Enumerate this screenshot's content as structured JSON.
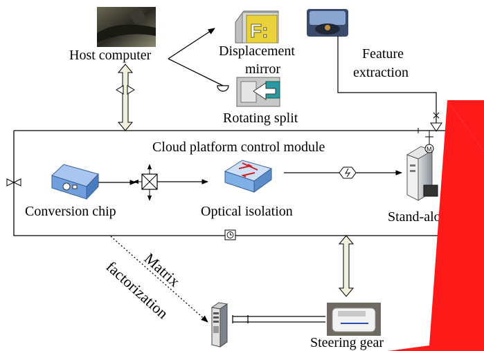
{
  "labels": {
    "host_computer": "Host computer",
    "displacement_mirror_line1": "Displacement",
    "displacement_mirror_line2": "mirror",
    "drive_letter": "F:",
    "rotating_split": "Rotating split",
    "feature_extraction_line1": "Feature",
    "feature_extraction_line2": "extraction",
    "module_title": "Cloud platform control module",
    "conversion_chip": "Conversion chip",
    "optical_isolation": "Optical isolation",
    "stand_alone": "Stand-alone",
    "matrix": "Matrix",
    "factorization": "factorization",
    "steering_gear": "Steering gear",
    "motor_symbol": "M"
  },
  "colors": {
    "watermark": "#ff1a1a",
    "arrow_fill": "#f1f0dc",
    "chip_blue": "#6fa0dd",
    "switch_blue": "#7fb0e6",
    "folder_yellow": "#e9d23c",
    "teal": "#2a9aa0"
  },
  "icons": [
    "host-photo",
    "drive-folder-icon",
    "cockpit-photo",
    "rotating-split-icon",
    "conversion-chip-icon",
    "optical-switch-icon",
    "standalone-computer-icon",
    "server-tower-icon",
    "steering-gear-photo",
    "motor-icon",
    "valve-icon",
    "clock-icon",
    "lightning-icon"
  ]
}
